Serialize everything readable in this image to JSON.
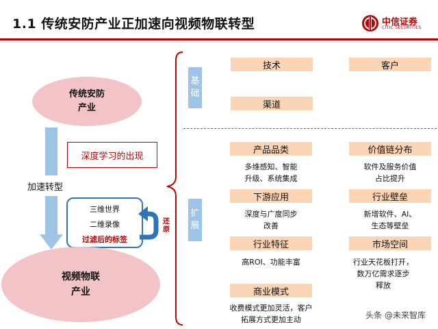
{
  "header": {
    "title": "1.1 传统安防产业正加速向视频物联转型",
    "logo_name": "中信证券",
    "logo_sub": "CITIC SECURITIES"
  },
  "left": {
    "top_ellipse": [
      "传统安防",
      "产业"
    ],
    "deep_learning": "深度学习的出现",
    "accelerate": "加速转型",
    "cycle": [
      "三维世界",
      "二维录像",
      "过滤后的标签"
    ],
    "restore": [
      "还",
      "原"
    ],
    "bottom_ellipse": [
      "视频物联",
      "产业"
    ]
  },
  "right": {
    "foundation_label": [
      "基",
      "础"
    ],
    "expansion_label": [
      "扩",
      "展"
    ],
    "foundation": [
      "技术",
      "客户",
      "渠道"
    ],
    "expansion": [
      {
        "category": "产品品类",
        "desc": [
          "多维感知、智能",
          "升级、系统集成"
        ]
      },
      {
        "category": "价值链分布",
        "desc": [
          "软件及服务价值",
          "占比提升"
        ]
      },
      {
        "category": "下游应用",
        "desc": [
          "深度与广度同步",
          "改善"
        ]
      },
      {
        "category": "行业壁垒",
        "desc": [
          "新增软件、AI、",
          "生态等壁垒"
        ]
      },
      {
        "category": "行业特征",
        "desc": [
          "高ROI、功能丰富"
        ]
      },
      {
        "category": "市场空间",
        "desc": [
          "行业天花板打开，",
          "数万亿需求逐步",
          "释放"
        ]
      },
      {
        "category": "商业模式",
        "desc": [
          "收费模式更加灵活，客户",
          "拓展方式更加主动"
        ]
      }
    ]
  },
  "watermark": "头条 @未来智库",
  "colors": {
    "accent_red": "#c00000",
    "blue": "#2e75b6",
    "light_blue": "#9dc3e6",
    "peach": "#fbd5b5",
    "pink": "#f2c4c8"
  }
}
